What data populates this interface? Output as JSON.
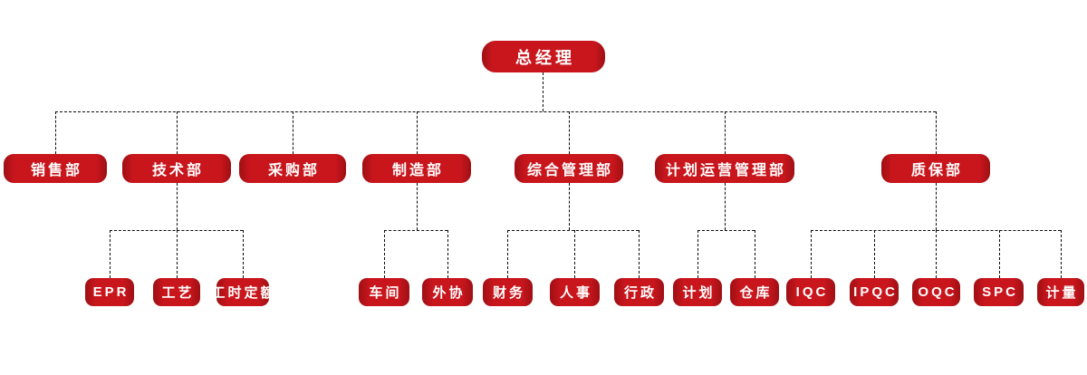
{
  "org": {
    "root": {
      "label": "总经理"
    },
    "departments": [
      {
        "label": "销售部",
        "children": []
      },
      {
        "label": "技术部",
        "children": [
          {
            "label": "EPR"
          },
          {
            "label": "工艺"
          },
          {
            "label": "工时定额"
          }
        ]
      },
      {
        "label": "采购部",
        "children": []
      },
      {
        "label": "制造部",
        "children": [
          {
            "label": "车间"
          },
          {
            "label": "外协"
          }
        ]
      },
      {
        "label": "综合管理部",
        "children": [
          {
            "label": "财务"
          },
          {
            "label": "人事"
          },
          {
            "label": "行政"
          }
        ]
      },
      {
        "label": "计划运营管理部",
        "children": [
          {
            "label": "计划"
          },
          {
            "label": "仓库"
          }
        ]
      },
      {
        "label": "质保部",
        "children": [
          {
            "label": "IQC"
          },
          {
            "label": "IPQC"
          },
          {
            "label": "OQC"
          },
          {
            "label": "SPC"
          },
          {
            "label": "计量"
          }
        ]
      }
    ]
  },
  "colors": {
    "node_red": "#c9161d",
    "node_red_dark": "#9e1014",
    "node_text": "#ffffff",
    "connector": "#0a0a0a",
    "background": "#ffffff"
  }
}
